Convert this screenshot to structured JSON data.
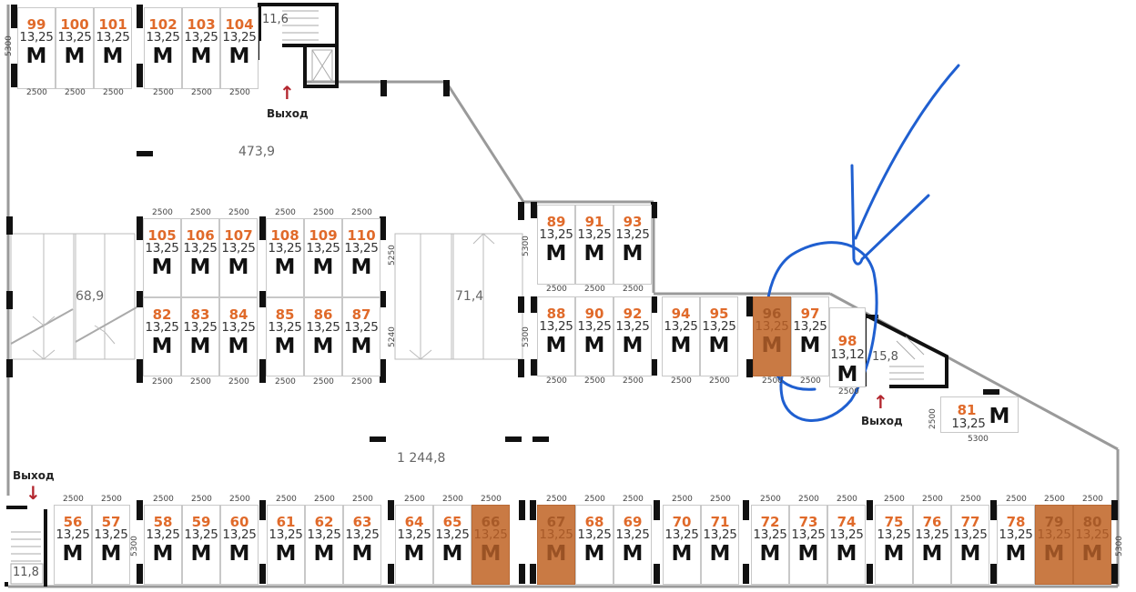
{
  "plan": {
    "title": "Floor plan with storage units",
    "unit_type_mark": "M",
    "colors": {
      "unit_number": "#e06a2a",
      "sold_fill": "#c97a44",
      "exit_arrow": "#b3262e",
      "annotation": "#1f5fd0"
    },
    "unit_width_label": "2500",
    "unit_depth_label": "5300",
    "areas": {
      "hall_main": "473,9",
      "hall_lower": "1 244,8",
      "ramp_left": "68,9",
      "ramp_right": "71,4",
      "stair_top": "11,6",
      "stair_right": "15,8",
      "stair_bottom_left": "11,8"
    },
    "exits": {
      "top": "Выход",
      "right": "Выход",
      "bottom_left": "Выход"
    },
    "side_dims": {
      "row_top_left": "5300",
      "mid_upper": "5250",
      "mid_lower": "5240",
      "col_89_top": "5300",
      "col_88_bottom": "5300",
      "bottom_row_left": "5300",
      "bottom_row_right": "5300",
      "unit81_height": "2500",
      "unit81_width": "5300"
    },
    "units": [
      {
        "id": "99",
        "area": "13,25",
        "sold": false
      },
      {
        "id": "100",
        "area": "13,25",
        "sold": false
      },
      {
        "id": "101",
        "area": "13,25",
        "sold": false
      },
      {
        "id": "102",
        "area": "13,25",
        "sold": false
      },
      {
        "id": "103",
        "area": "13,25",
        "sold": false
      },
      {
        "id": "104",
        "area": "13,25",
        "sold": false
      },
      {
        "id": "105",
        "area": "13,25",
        "sold": false
      },
      {
        "id": "106",
        "area": "13,25",
        "sold": false
      },
      {
        "id": "107",
        "area": "13,25",
        "sold": false
      },
      {
        "id": "108",
        "area": "13,25",
        "sold": false
      },
      {
        "id": "109",
        "area": "13,25",
        "sold": false
      },
      {
        "id": "110",
        "area": "13,25",
        "sold": false
      },
      {
        "id": "82",
        "area": "13,25",
        "sold": false
      },
      {
        "id": "83",
        "area": "13,25",
        "sold": false
      },
      {
        "id": "84",
        "area": "13,25",
        "sold": false
      },
      {
        "id": "85",
        "area": "13,25",
        "sold": false
      },
      {
        "id": "86",
        "area": "13,25",
        "sold": false
      },
      {
        "id": "87",
        "area": "13,25",
        "sold": false
      },
      {
        "id": "89",
        "area": "13,25",
        "sold": false
      },
      {
        "id": "91",
        "area": "13,25",
        "sold": false
      },
      {
        "id": "93",
        "area": "13,25",
        "sold": false
      },
      {
        "id": "88",
        "area": "13,25",
        "sold": false
      },
      {
        "id": "90",
        "area": "13,25",
        "sold": false
      },
      {
        "id": "92",
        "area": "13,25",
        "sold": false
      },
      {
        "id": "94",
        "area": "13,25",
        "sold": false
      },
      {
        "id": "95",
        "area": "13,25",
        "sold": false
      },
      {
        "id": "96",
        "area": "13,25",
        "sold": true
      },
      {
        "id": "97",
        "area": "13,25",
        "sold": false
      },
      {
        "id": "98",
        "area": "13,12",
        "sold": false
      },
      {
        "id": "81",
        "area": "13,25",
        "sold": false
      },
      {
        "id": "56",
        "area": "13,25",
        "sold": false
      },
      {
        "id": "57",
        "area": "13,25",
        "sold": false
      },
      {
        "id": "58",
        "area": "13,25",
        "sold": false
      },
      {
        "id": "59",
        "area": "13,25",
        "sold": false
      },
      {
        "id": "60",
        "area": "13,25",
        "sold": false
      },
      {
        "id": "61",
        "area": "13,25",
        "sold": false
      },
      {
        "id": "62",
        "area": "13,25",
        "sold": false
      },
      {
        "id": "63",
        "area": "13,25",
        "sold": false
      },
      {
        "id": "64",
        "area": "13,25",
        "sold": false
      },
      {
        "id": "65",
        "area": "13,25",
        "sold": false
      },
      {
        "id": "66",
        "area": "13,25",
        "sold": true
      },
      {
        "id": "67",
        "area": "13,25",
        "sold": true
      },
      {
        "id": "68",
        "area": "13,25",
        "sold": false
      },
      {
        "id": "69",
        "area": "13,25",
        "sold": false
      },
      {
        "id": "70",
        "area": "13,25",
        "sold": false
      },
      {
        "id": "71",
        "area": "13,25",
        "sold": false
      },
      {
        "id": "72",
        "area": "13,25",
        "sold": false
      },
      {
        "id": "73",
        "area": "13,25",
        "sold": false
      },
      {
        "id": "74",
        "area": "13,25",
        "sold": false
      },
      {
        "id": "75",
        "area": "13,25",
        "sold": false
      },
      {
        "id": "76",
        "area": "13,25",
        "sold": false
      },
      {
        "id": "77",
        "area": "13,25",
        "sold": false
      },
      {
        "id": "78",
        "area": "13,25",
        "sold": false
      },
      {
        "id": "79",
        "area": "13,25",
        "sold": true
      },
      {
        "id": "80",
        "area": "13,25",
        "sold": true
      }
    ]
  }
}
